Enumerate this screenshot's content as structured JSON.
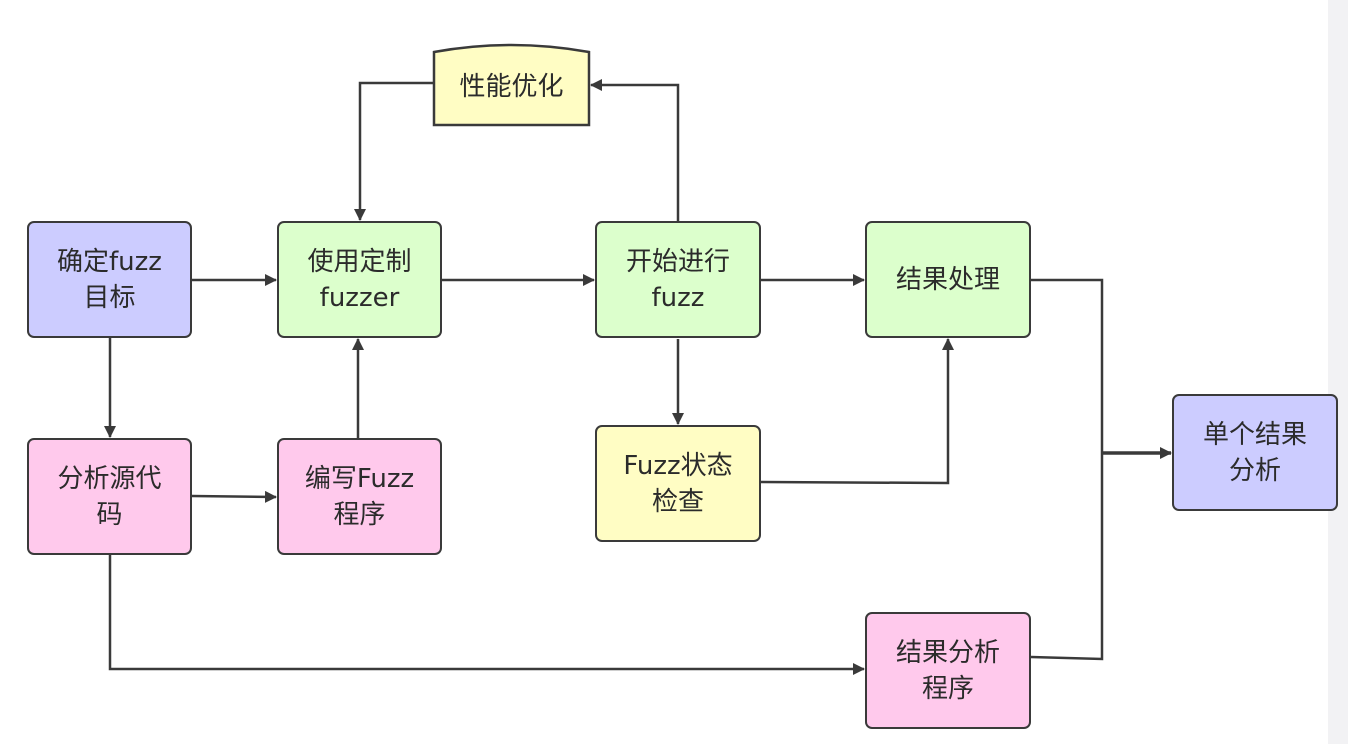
{
  "colors": {
    "purple": "#ccccff",
    "green": "#dcffcc",
    "pink": "#ffc9ec",
    "yellow": "#fffdc4",
    "stroke": "#3a3a3a"
  },
  "nodes": {
    "determine_target": "确定fuzz\n目标",
    "analyze_source": "分析源代\n码",
    "custom_fuzzer": "使用定制\nfuzzer",
    "write_fuzz": "编写Fuzz\n程序",
    "perf_opt": "性能优化",
    "start_fuzz": "开始进行\nfuzz",
    "fuzz_status": "Fuzz状态\n检查",
    "result_processing": "结果处理",
    "result_analysis_prog": "结果分析\n程序",
    "single_result": "单个结果\n分析"
  }
}
